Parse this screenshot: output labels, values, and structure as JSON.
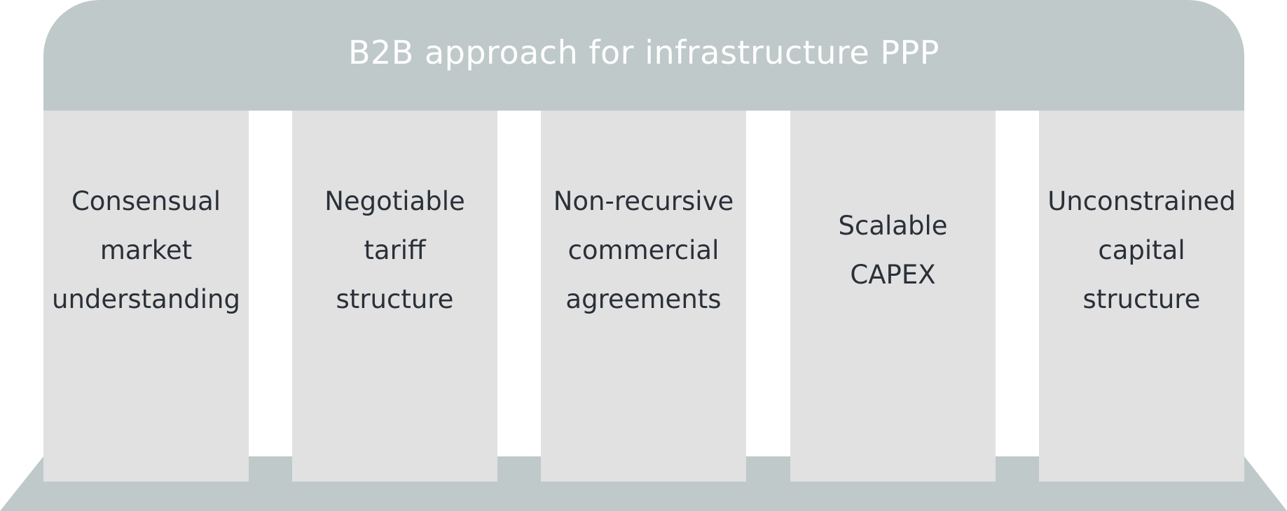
{
  "title": "B2B approach for infrastructure PPP",
  "colors": {
    "roof": "#bfc9c9",
    "base": "#bfc9c9",
    "pillar": "#e1e1e1",
    "pillar_text": "#2a3038",
    "title_text": "#ffffff"
  },
  "pillars": [
    {
      "lines": [
        "Consensual",
        "market",
        "understanding"
      ]
    },
    {
      "lines": [
        "Negotiable",
        "tariff",
        "structure"
      ]
    },
    {
      "lines": [
        "Non-recursive",
        "commercial",
        "agreements"
      ]
    },
    {
      "lines": [
        "Scalable",
        "CAPEX"
      ]
    },
    {
      "lines": [
        "Unconstrained",
        "capital",
        "structure"
      ]
    }
  ]
}
